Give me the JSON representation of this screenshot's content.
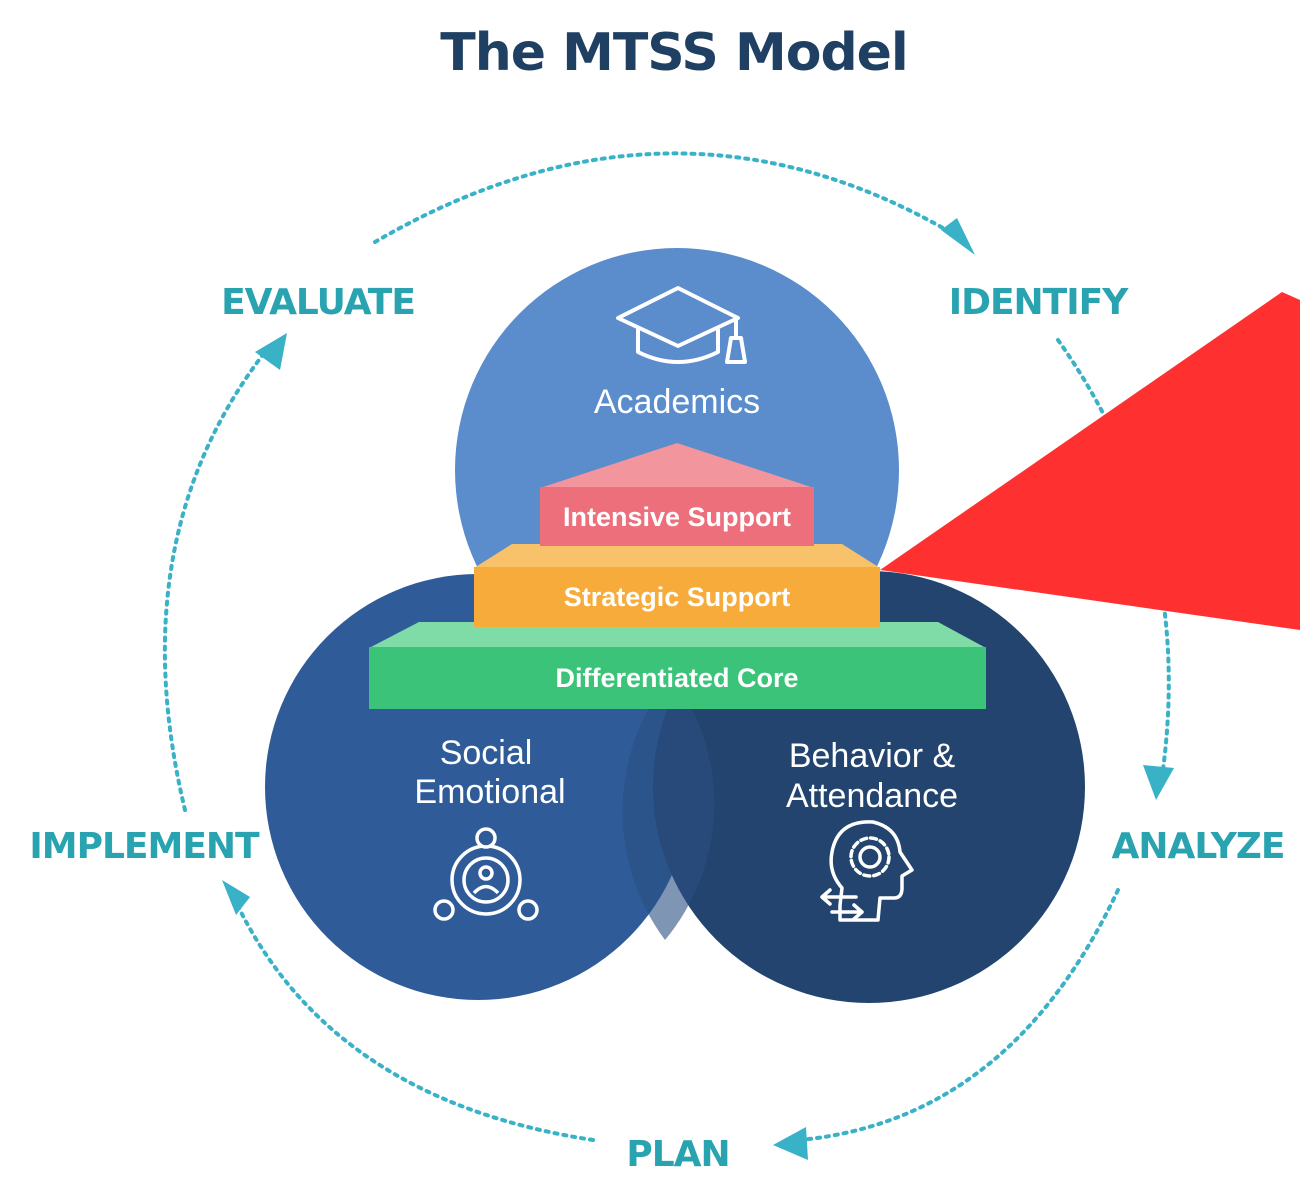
{
  "title": "The MTSS Model",
  "cycle": {
    "evaluate": "EVALUATE",
    "identify": "IDENTIFY",
    "analyze": "ANALYZE",
    "plan": "PLAN",
    "implement": "IMPLEMENT"
  },
  "circles": {
    "academics": "Academics",
    "social_line1": "Social",
    "social_line2": "Emotional",
    "behavior_line1": "Behavior &",
    "behavior_line2": "Attendance"
  },
  "tiers": {
    "intensive": "Intensive Support",
    "strategic": "Strategic Support",
    "core": "Differentiated Core"
  },
  "icons": {
    "academics": "graduation-cap-icon",
    "social": "person-network-icon",
    "behavior": "head-gear-icon"
  },
  "colors": {
    "title": "#1f3f63",
    "cycle_text": "#2aa3b0",
    "cycle_arrow": "#39b1c6",
    "academics_circle": "#5b8ccc",
    "social_circle": "#2f5c99",
    "behavior_circle": "#23446f",
    "intensive": "#ee6f7c",
    "strategic": "#f6ab3a",
    "core": "#3cc37a",
    "pointer": "#ff3030"
  }
}
